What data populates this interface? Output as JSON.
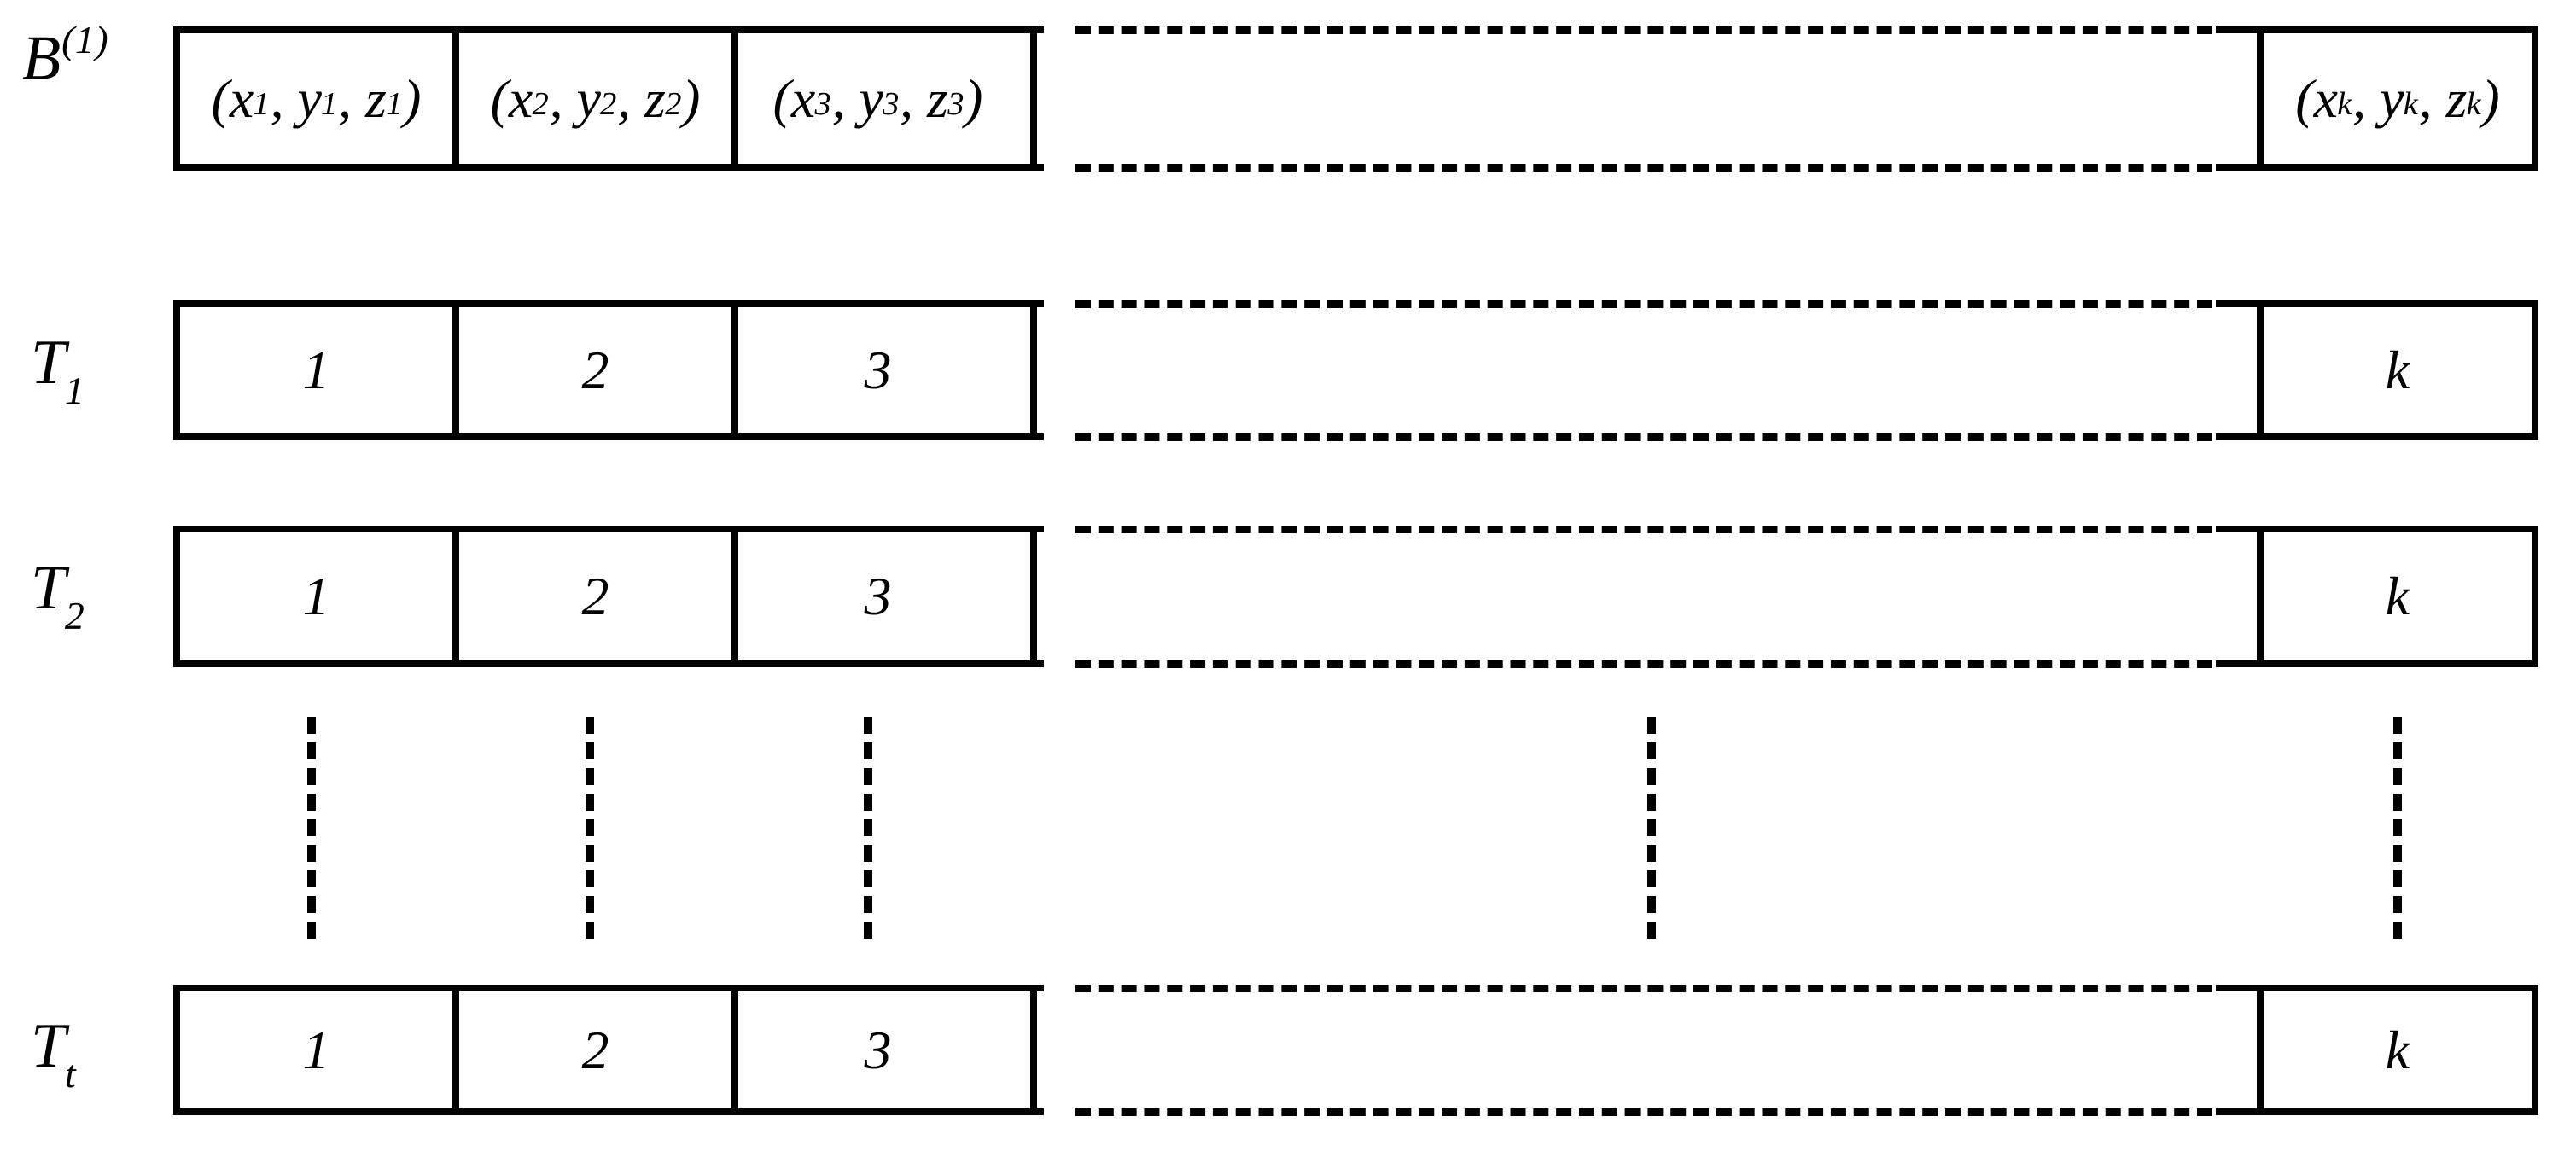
{
  "diagram": {
    "title": "Block and time-slot table diagram",
    "stroke_color": "#000000",
    "background_color": "#ffffff",
    "rows": [
      {
        "id": "block-row",
        "label": {
          "base": "B",
          "sup": "(1)",
          "sub": ""
        },
        "cells": [
          {
            "base": "(x",
            "sub1": "1",
            "mid": ", y",
            "sub2": "1",
            "mid2": ", z",
            "sub3": "1",
            "end": ")",
            "text": "(x1, y1, z1)"
          },
          {
            "base": "(x",
            "sub1": "2",
            "mid": ", y",
            "sub2": "2",
            "mid2": ", z",
            "sub3": "2",
            "end": ")",
            "text": "(x2, y2, z2)"
          },
          {
            "base": "(x",
            "sub1": "3",
            "mid": ", y",
            "sub2": "3",
            "mid2": ", z",
            "sub3": "3",
            "end": ")",
            "text": "(x3, y3, z3)"
          }
        ],
        "last_cell": {
          "base": "(x",
          "sub1": "k",
          "mid": ", y",
          "sub2": "k",
          "mid2": ", z",
          "sub3": "k",
          "end": ")",
          "text": "(xk, yk, zk)"
        }
      },
      {
        "id": "t1-row",
        "label": {
          "base": "T",
          "sup": "",
          "sub": "1"
        },
        "cells": [
          {
            "text": "1"
          },
          {
            "text": "2"
          },
          {
            "text": "3"
          }
        ],
        "last_cell": {
          "text": "k"
        }
      },
      {
        "id": "t2-row",
        "label": {
          "base": "T",
          "sup": "",
          "sub": "2"
        },
        "cells": [
          {
            "text": "1"
          },
          {
            "text": "2"
          },
          {
            "text": "3"
          }
        ],
        "last_cell": {
          "text": "k"
        }
      },
      {
        "id": "tt-row",
        "label": {
          "base": "T",
          "sup": "",
          "sub": "t"
        },
        "cells": [
          {
            "text": "1"
          },
          {
            "text": "2"
          },
          {
            "text": "3"
          }
        ],
        "last_cell": {
          "text": "k"
        }
      }
    ],
    "ellipsis": {
      "kind": "vertical-dashed",
      "count": 5,
      "meaning": "rows continue between T2 and Tt"
    },
    "continuation": {
      "kind": "horizontal-dashed",
      "meaning": "columns continue between cell 3 and cell k"
    }
  }
}
